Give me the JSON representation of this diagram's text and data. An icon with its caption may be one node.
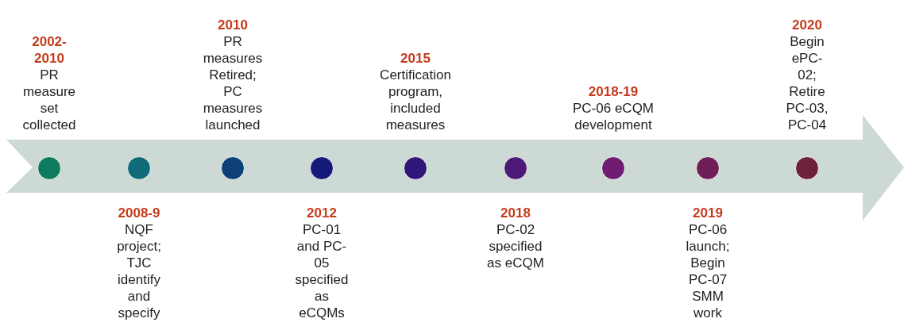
{
  "diagram": {
    "nodes": [
      {
        "text": [
          "2002-2010",
          "PR measure set collected"
        ]
      },
      {
        "text": [
          "2008-9",
          "NQF project; TJC identify and specify"
        ]
      },
      {
        "text": [
          "2010",
          "PR measures Retired; PC measures launched"
        ]
      },
      {
        "text": [
          "2012",
          "PC-01 and PC-05 specified as eCQMs"
        ]
      },
      {
        "text": [
          "2015",
          "Certification program, included measures"
        ]
      },
      {
        "text": [
          "2018",
          "PC-02 specified as eCQM"
        ]
      },
      {
        "text": [
          "2018-19",
          "PC-06 eCQM development"
        ]
      },
      {
        "text": [
          "2019",
          "PC-06 launch; Begin PC-07 SMM work"
        ]
      },
      {
        "text": [
          "2020",
          "Begin ePC-02; Retire PC-03, PC-04"
        ]
      }
    ]
  }
}
